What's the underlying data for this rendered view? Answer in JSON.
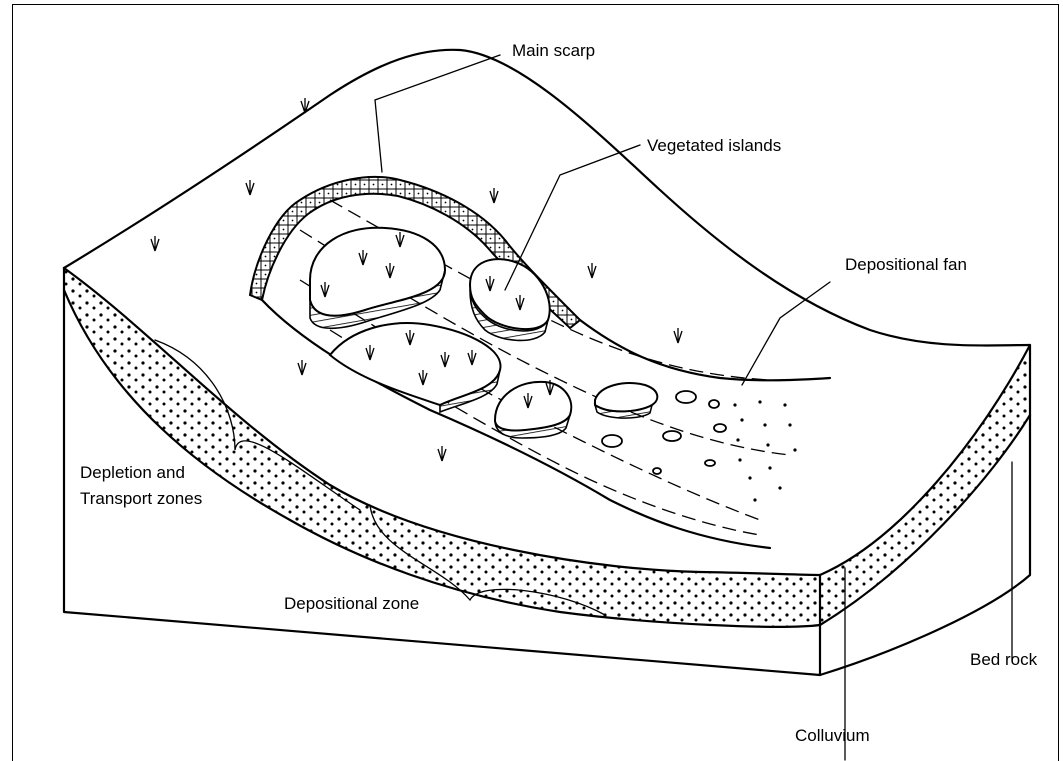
{
  "labels": {
    "main_scarp": "Main scarp",
    "vegetated_islands": "Vegetated islands",
    "depositional_fan": "Depositional fan",
    "depletion_transport": [
      "Depletion and",
      "Transport zones"
    ],
    "depositional_zone": "Depositional zone",
    "bed_rock": "Bed rock",
    "colluvium": "Colluvium"
  },
  "colors": {
    "ink": "#000000",
    "paper": "#ffffff"
  }
}
